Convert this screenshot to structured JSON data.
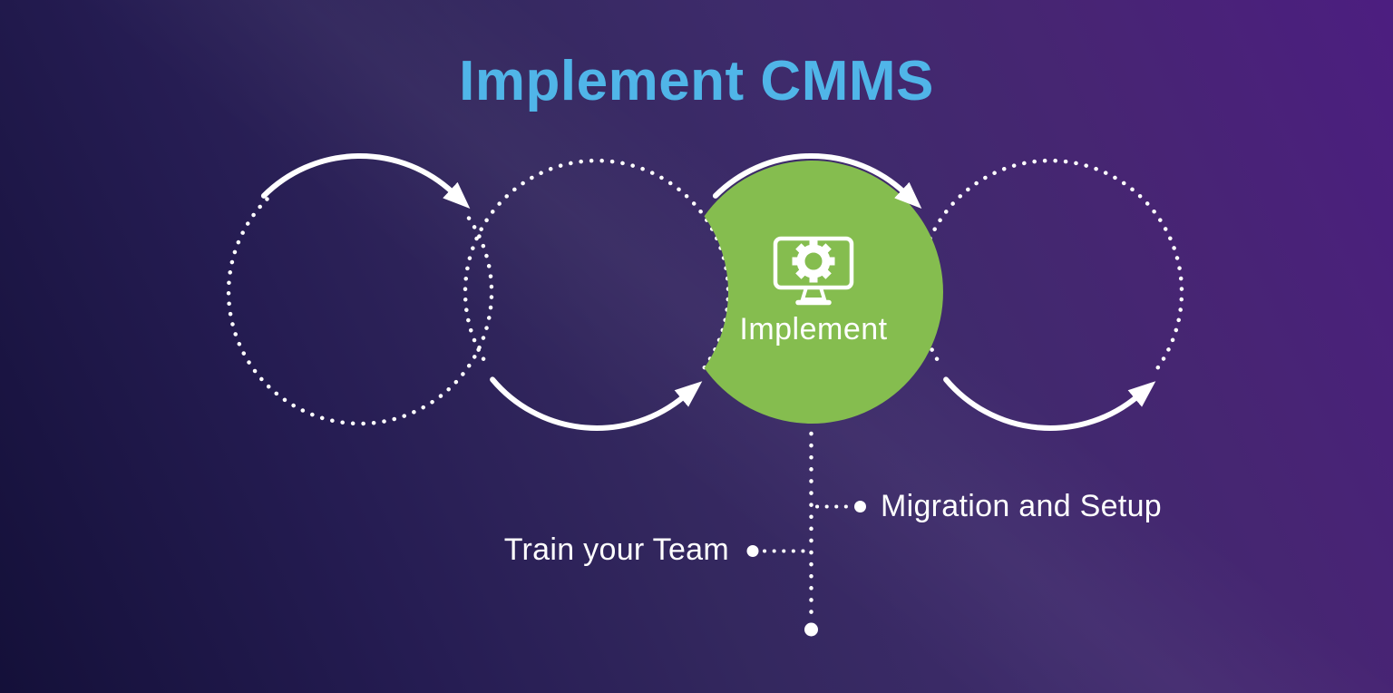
{
  "title": {
    "text": "Implement CMMS"
  },
  "colors": {
    "background_bottom_left": "#141039",
    "background_top_right": "#4c1e80",
    "title_blue": "#50b5e8",
    "active_step_green": "#85bd4f",
    "line_white": "#ffffff"
  },
  "cycle": {
    "description": "four-step process loop, third step active",
    "steps": [
      {
        "index": 1,
        "state": "upcoming",
        "style": "dotted-circle",
        "arrow": "top",
        "label": ""
      },
      {
        "index": 2,
        "state": "upcoming",
        "style": "dotted-circle",
        "arrow": "bottom",
        "label": ""
      },
      {
        "index": 3,
        "state": "active",
        "style": "solid-green-circle",
        "arrow": "top",
        "label": "Implement",
        "icon": "monitor-gear-icon"
      },
      {
        "index": 4,
        "state": "upcoming",
        "style": "dotted-circle",
        "arrow": "bottom",
        "label": ""
      }
    ]
  },
  "callouts": [
    {
      "label": "Migration and Setup",
      "side": "right"
    },
    {
      "label": "Train your Team",
      "side": "left"
    }
  ]
}
